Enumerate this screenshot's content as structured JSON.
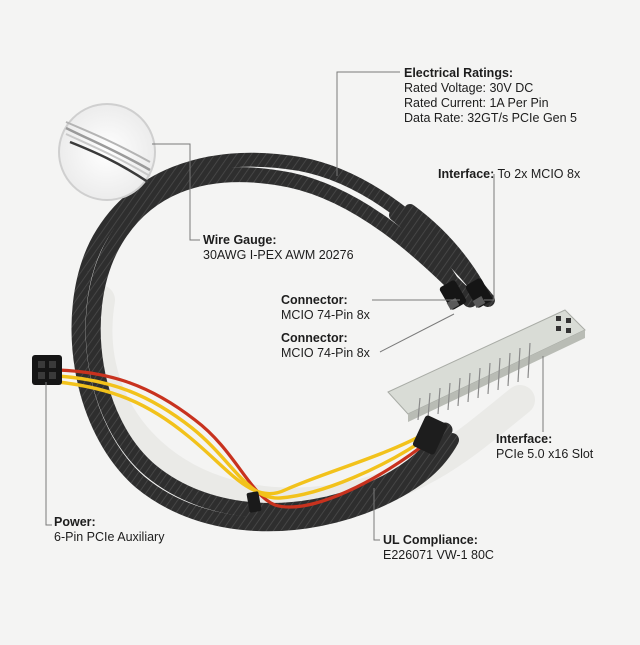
{
  "colors": {
    "background": "#f4f4f3",
    "cable_sleeve": "#2b2b2b",
    "wire_yellow": "#f2c21b",
    "wire_red": "#c8321e",
    "pcb": "#d9dcd6",
    "leader": "#7a7a7a"
  },
  "callouts": {
    "electrical": {
      "title": "Electrical Ratings:",
      "lines": [
        "Rated Voltage: 30V DC",
        "Rated Current: 1A Per Pin",
        "Data Rate: 32GT/s PCIe Gen 5"
      ]
    },
    "interface_top": {
      "title": "Interface:",
      "value": "To 2x MCIO 8x"
    },
    "wire_gauge": {
      "title": "Wire Gauge:",
      "value": "30AWG I-PEX AWM 20276"
    },
    "connector_1": {
      "title": "Connector:",
      "value": "MCIO 74-Pin 8x"
    },
    "connector_2": {
      "title": "Connector:",
      "value": "MCIO 74-Pin 8x"
    },
    "interface_bottom": {
      "title": "Interface:",
      "value": "PCIe 5.0 x16 Slot"
    },
    "power": {
      "title": "Power:",
      "value": "6-Pin PCIe Auxiliary"
    },
    "ul": {
      "title": "UL Compliance:",
      "value": "E226071 VW-1 80C"
    }
  },
  "icons": {
    "magnifier": "zoomed-wire-detail-icon",
    "power_connector": "six-pin-connector-icon",
    "mcio_connector": "mcio-connector-icon",
    "pcie_board": "pcie-edge-board-icon"
  }
}
